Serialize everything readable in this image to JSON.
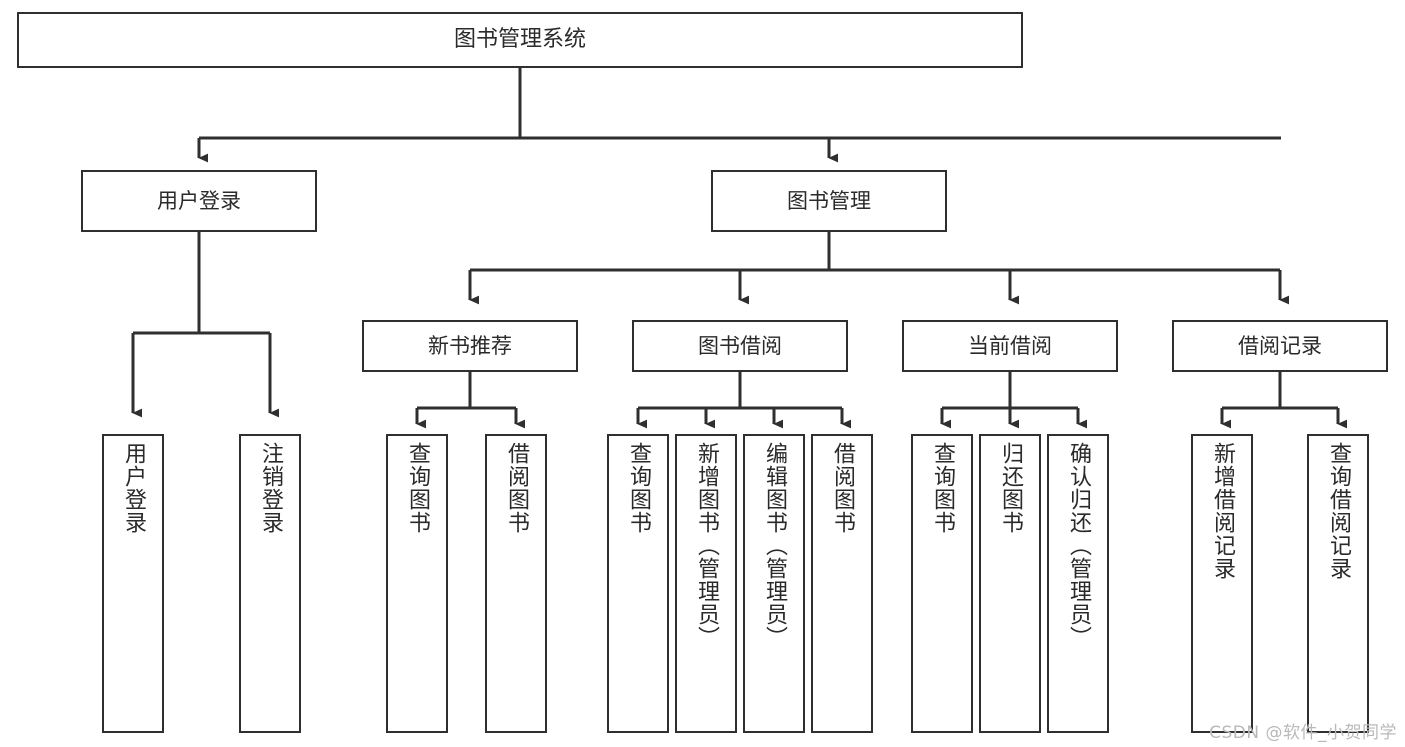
{
  "diagram": {
    "title": "图书管理系统",
    "type": "tree-hierarchy-diagram",
    "watermark": "CSDN @软件_小贺同学",
    "colors": {
      "background": "#ffffff",
      "box_border": "#2f2f2f",
      "box_fill": "#ffffff",
      "connector": "#2f2f2f",
      "text": "#2a2a2a",
      "watermark": "#b9b9b9"
    },
    "root": {
      "label": "图书管理系统"
    },
    "level2": [
      {
        "label": "用户登录"
      },
      {
        "label": "图书管理"
      }
    ],
    "level3": [
      {
        "label": "新书推荐"
      },
      {
        "label": "图书借阅"
      },
      {
        "label": "当前借阅"
      },
      {
        "label": "借阅记录"
      }
    ],
    "leaves": {
      "user_login": [
        {
          "label": "用户登录"
        },
        {
          "label": "注销登录"
        }
      ],
      "new_book_recommend": [
        {
          "label": "查询图书"
        },
        {
          "label": "借阅图书"
        }
      ],
      "book_borrow": [
        {
          "label": "查询图书"
        },
        {
          "label": "新增图书（管理员）"
        },
        {
          "label": "编辑图书（管理员）"
        },
        {
          "label": "借阅图书"
        }
      ],
      "current_borrow": [
        {
          "label": "查询图书"
        },
        {
          "label": "归还图书"
        },
        {
          "label": "确认归还（管理员）"
        }
      ],
      "borrow_record": [
        {
          "label": "新增借阅记录"
        },
        {
          "label": "查询借阅记录"
        }
      ]
    }
  }
}
